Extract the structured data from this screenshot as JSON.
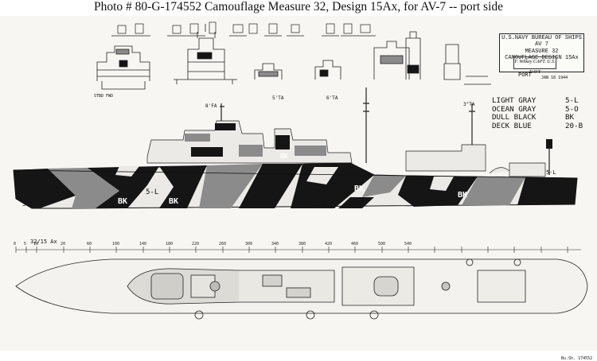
{
  "caption": "Photo #  80-G-174552     Camouflage Measure 32, Design 15Ax, for AV-7 -- port side",
  "stamp": {
    "lines": [
      "U.S.NAVY BUREAU OF SHIPS",
      "AV 7",
      "MEASURE 32",
      "CAMOUFLAGE DESIGN 15Ax"
    ],
    "signature": "F. Wilkey",
    "signature_sub": "CAPT. U.S. NAVY"
  },
  "view_label": "PORT",
  "sheet_date": "JAN 18 1944",
  "legend": [
    {
      "name": "LIGHT GRAY",
      "code": "5-L"
    },
    {
      "name": "OCEAN GRAY",
      "code": "5-O"
    },
    {
      "name": "DULL BLACK",
      "code": "BK"
    },
    {
      "name": "DECK BLUE",
      "code": "20-B"
    }
  ],
  "hull_labels": [
    "5-L",
    "BK",
    "5-L",
    "BK",
    "5-L",
    "BK",
    "BK",
    "BK",
    "5-L"
  ],
  "scheme_number": "32/15 Ax",
  "frame_numbers": [
    "0",
    "5",
    "10",
    "20",
    "60",
    "100",
    "140",
    "180",
    "220",
    "260",
    "300",
    "340",
    "380",
    "420",
    "460",
    "500",
    "540"
  ],
  "detail_labels": [
    "8'FA",
    "5'TA",
    "6'TA",
    "3\"TA",
    "STBD FWD"
  ],
  "bottom_note": "Bu.Sh. 174552",
  "colors": {
    "light_gray": "#ebeae6",
    "ocean_gray": "#8b8b8b",
    "dull_black": "#151515",
    "paper": "#f7f6f2"
  }
}
